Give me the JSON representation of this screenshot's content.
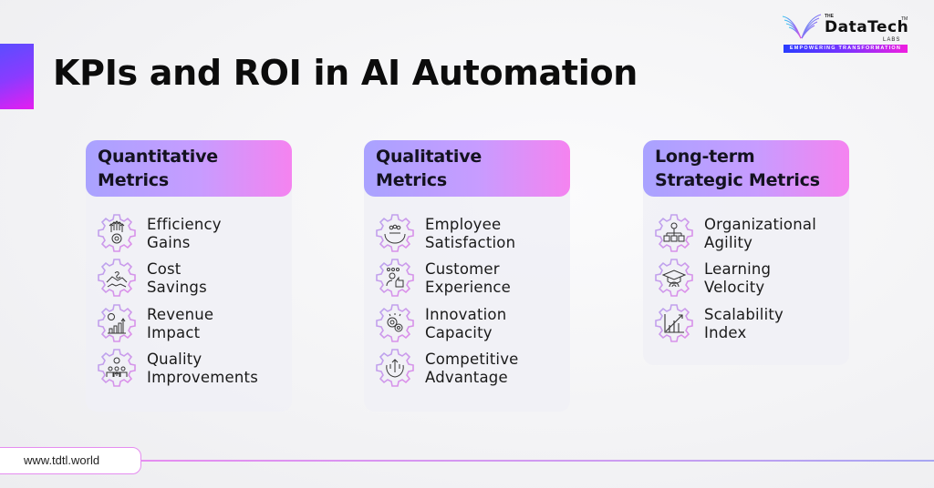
{
  "header": {
    "title": "KPIs and ROI in AI Automation",
    "accent_gradient": [
      "#5b4dff",
      "#e61ef0"
    ]
  },
  "logo": {
    "the": "THE",
    "word": "DataTech",
    "tm": "TM",
    "labs": "LABS",
    "tagline": "EMPOWERING TRANSFORMATION"
  },
  "columns": [
    {
      "title_line1": "Quantitative",
      "title_line2": "Metrics",
      "items": [
        {
          "line1": "Efficiency",
          "line2": "Gains",
          "icon": "efficiency-gear-icon"
        },
        {
          "line1": "Cost",
          "line2": "Savings",
          "icon": "handshake-coin-icon"
        },
        {
          "line1": "Revenue",
          "line2": "Impact",
          "icon": "revenue-chart-icon"
        },
        {
          "line1": "Quality",
          "line2": "Improvements",
          "icon": "team-quality-icon"
        }
      ]
    },
    {
      "title_line1": "Qualitative",
      "title_line2": "Metrics",
      "items": [
        {
          "line1": "Employee",
          "line2": "Satisfaction",
          "icon": "hands-people-icon"
        },
        {
          "line1": "Customer",
          "line2": "Experience",
          "icon": "thumbs-up-rating-icon"
        },
        {
          "line1": "Innovation",
          "line2": "Capacity",
          "icon": "innovation-gears-icon"
        },
        {
          "line1": "Competitive",
          "line2": "Advantage",
          "icon": "hands-arrow-up-icon"
        }
      ]
    },
    {
      "title_line1": "Long-term",
      "title_line2": "Strategic Metrics",
      "items": [
        {
          "line1": "Organizational",
          "line2": "Agility",
          "icon": "org-chart-icon"
        },
        {
          "line1": "Learning",
          "line2": "Velocity",
          "icon": "graduation-cap-icon"
        },
        {
          "line1": "Scalability",
          "line2": "Index",
          "icon": "growth-graph-icon"
        }
      ]
    }
  ],
  "footer": {
    "url": "www.tdtl.world"
  },
  "colors": {
    "header_gradient_start": "#a9a2ff",
    "header_gradient_end": "#f583f0",
    "footer_line": "#e58df0"
  }
}
